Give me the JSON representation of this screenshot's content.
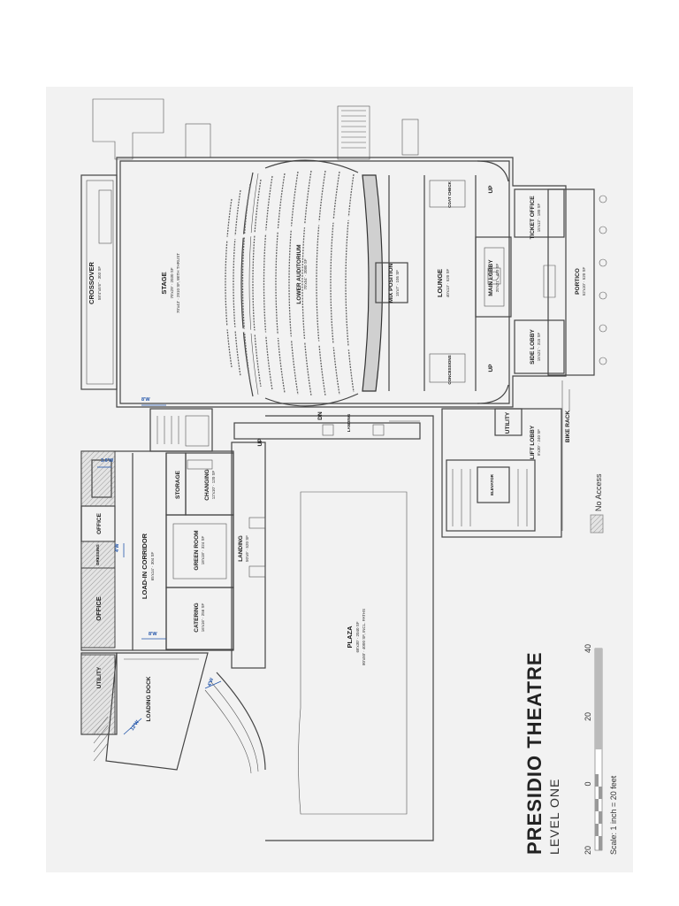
{
  "title": {
    "name": "PRESIDIO THEATRE",
    "level": "LEVEL ONE"
  },
  "rooms": {
    "crossover": {
      "label": "CROSSOVER",
      "area": "58'4\"x5'6\" · 303 SF"
    },
    "stage": {
      "label": "STAGE",
      "area": "70'x29' · 2030 SF",
      "area2": "70'x43' · 2910 SF, WITH THRUST"
    },
    "lower_auditorium": {
      "label": "LOWER AUDITORIUM",
      "area": "70'x54' · 3080 SF"
    },
    "mix_position": {
      "label": "MIX POSITION",
      "area": "15'x7' · 105 SF"
    },
    "lounge": {
      "label": "LOUNGE",
      "area": "40'x13' · 520 SF"
    },
    "main_lobby": {
      "label": "MAIN LOBBY",
      "area": "20'x21' · 420 SF"
    },
    "portico": {
      "label": "PORTICO",
      "area": "52'x10' · 520 SF"
    },
    "ticket_office": {
      "label": "TICKET OFFICE",
      "area": "15'x12' · 180 SF"
    },
    "coat_check": {
      "label": "COAT CHECK"
    },
    "concessions": {
      "label": "CONCESSIONS"
    },
    "side_lobby": {
      "label": "SIDE LOBBY",
      "area": "15'x21' · 315 SF"
    },
    "utility_east": {
      "label": "UTILITY"
    },
    "lift_lobby": {
      "label": "LIFT LOBBY",
      "area": "8'x30' · 240 SF"
    },
    "elevator": {
      "label": "ELEVATOR"
    },
    "plaza": {
      "label": "PLAZA",
      "area": "68'x30' · 2040 SF",
      "area2": "80'x50' · 4000 SF, INCL. PATHS"
    },
    "landing": {
      "label": "LANDING",
      "area": "50'x9' · 520 SF"
    },
    "changing": {
      "label": "CHANGING",
      "area": "12'x10' · 120 SF"
    },
    "storage": {
      "label": "STORAGE"
    },
    "green_room": {
      "label": "GREEN ROOM",
      "area": "18'x18' · 324 SF"
    },
    "catering": {
      "label": "CATERING",
      "area": "16'x16' · 256 SF"
    },
    "load_in_corridor": {
      "label": "LOAD-IN CORRIDOR",
      "area": "65'x14' · 304 SF"
    },
    "office_1": {
      "label": "OFFICE"
    },
    "office_2": {
      "label": "OFFICE"
    },
    "dressing": {
      "label": "DRESSING"
    },
    "utility_west": {
      "label": "UTILITY"
    },
    "loading_dock": {
      "label": "LOADING DOCK"
    },
    "bike_rack": {
      "label": "BIKE RACK"
    },
    "landing_small": {
      "label": "LANDING"
    }
  },
  "markers": {
    "up_1": "UP",
    "up_2": "UP",
    "up_3": "UP",
    "dn": "DN"
  },
  "dimensions": {
    "d_8w_top": "8'W",
    "d_36w": "3.6'W",
    "d_4w_mid": "4'W",
    "d_8w_bottom": "8'W",
    "d_4w_dock": "4'W",
    "d_12w": "12'W"
  },
  "legend": {
    "no_access": "No Access",
    "no_access_swatch_color": "#cfcfcf"
  },
  "scale": {
    "ticks": [
      "20",
      "0",
      "20",
      "40"
    ],
    "caption": "Scale: 1 inch = 20 feet"
  }
}
